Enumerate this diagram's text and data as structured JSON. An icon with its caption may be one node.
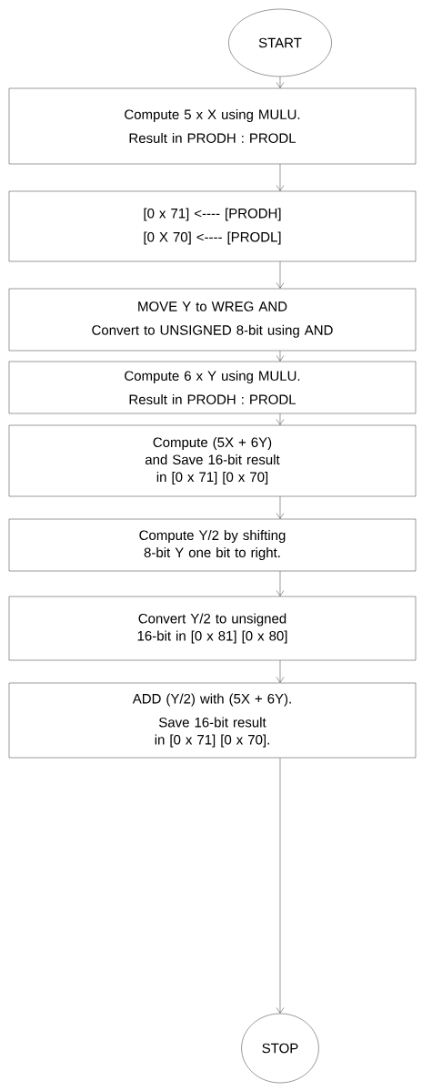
{
  "diagram": {
    "nodes": [
      {
        "text": [
          "START"
        ]
      },
      {
        "text": [
          "Compute 5 x X using MULU.",
          "Result in PRODH : PRODL"
        ]
      },
      {
        "text": [
          "[0 x 71] <---- [PRODH]",
          "[0 X 70] <---- [PRODL]"
        ]
      },
      {
        "text": [
          "MOVE Y to WREG AND",
          "Convert to UNSIGNED 8-bit using AND"
        ]
      },
      {
        "text": [
          "Compute 6 x Y using MULU.",
          "Result in PRODH : PRODL"
        ]
      },
      {
        "text": [
          "Compute (5X + 6Y) and Save 16-bit result in [0 x 71] [0 x 70]"
        ]
      },
      {
        "text": [
          "Compute Y/2 by shifting 8-bit Y one bit to right."
        ]
      },
      {
        "text": [
          "Convert Y/2 to unsigned 16-bit in [0 x 81] [0 x 80]"
        ]
      },
      {
        "text": [
          "ADD (Y/2) with (5X + 6Y).",
          "Save 16-bit result in [0 x 71] [0 x 70]."
        ]
      },
      {
        "text": [
          "STOP"
        ]
      }
    ],
    "edges": [
      {
        "from": 0,
        "to": 1,
        "arrow": "to"
      },
      {
        "from": 1,
        "to": 2,
        "arrow": "to"
      },
      {
        "from": 2,
        "to": 3,
        "arrow": "to"
      },
      {
        "from": 3,
        "to": 4,
        "arrow": "to"
      },
      {
        "from": 4,
        "to": 5,
        "arrow": "to"
      },
      {
        "from": 5,
        "to": 6,
        "arrow": "to"
      },
      {
        "from": 6,
        "to": 7,
        "arrow": "to"
      },
      {
        "from": 7,
        "to": 8,
        "arrow": "to"
      },
      {
        "from": 8,
        "to": 9,
        "arrow": "to"
      }
    ]
  }
}
